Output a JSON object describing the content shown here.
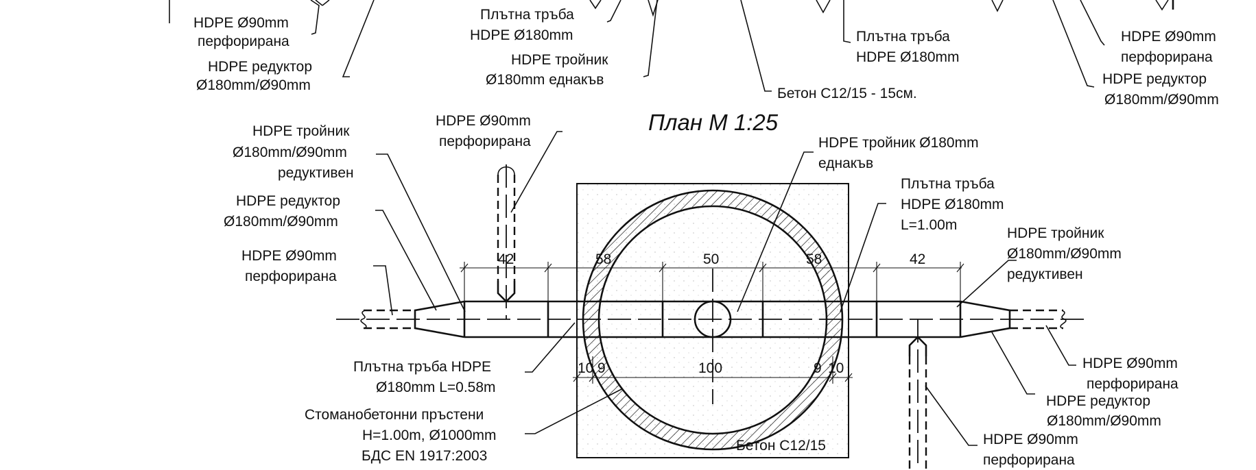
{
  "title": "План М 1:25",
  "top_labels": {
    "t1a": "HDPE Ø90mm",
    "t1b": "перфорирана",
    "t2a": "HDPE редуктор",
    "t2b": "Ø180mm/Ø90mm",
    "t3a": "Плътна тръба",
    "t3b": "HDPE Ø180mm",
    "t4a": "HDPE тройник",
    "t4b": "Ø180mm еднакъв",
    "t5": "Бетон C12/15 - 15см.",
    "t6a": "Плътна тръба",
    "t6b": "HDPE Ø180mm",
    "t7a": "HDPE Ø90mm",
    "t7b": "перфорирана",
    "t8a": "HDPE редуктор",
    "t8b": "Ø180mm/Ø90mm"
  },
  "plan_labels": {
    "l1a": "HDPE тройник",
    "l1b": "Ø180mm/Ø90mm",
    "l1c": "редуктивен",
    "l2a": "HDPE Ø90mm",
    "l2b": "перфорирана",
    "l3a": "HDPE редуктор",
    "l3b": "Ø180mm/Ø90mm",
    "l4a": "HDPE Ø90mm",
    "l4b": "перфорирана",
    "l5a": "Плътна тръба HDPE",
    "l5b": "Ø180mm L=0.58m",
    "l6a": "Стоманобетонни пръстени",
    "l6b": "H=1.00m, Ø1000mm",
    "l6c": "БДС EN 1917:2003",
    "l7a": "HDPE тройник Ø180mm",
    "l7b": "еднакъв",
    "l8a": "Плътна тръба",
    "l8b": "HDPE Ø180mm",
    "l8c": "L=1.00m",
    "l9a": "HDPE тройник",
    "l9b": "Ø180mm/Ø90mm",
    "l9c": "редуктивен",
    "l10a": "HDPE Ø90mm",
    "l10b": "перфорирана",
    "l11a": "HDPE редуктор",
    "l11b": "Ø180mm/Ø90mm",
    "l12a": "HDPE Ø90mm",
    "l12b": "перфорирана",
    "l13": "Бетон C12/15"
  },
  "dimensions": {
    "d42a": "42",
    "d58a": "58",
    "d50": "50",
    "d58b": "58",
    "d42b": "42",
    "d10a": "10",
    "d9a": "9",
    "d100": "100",
    "d9b": "9",
    "d10b": "10"
  }
}
